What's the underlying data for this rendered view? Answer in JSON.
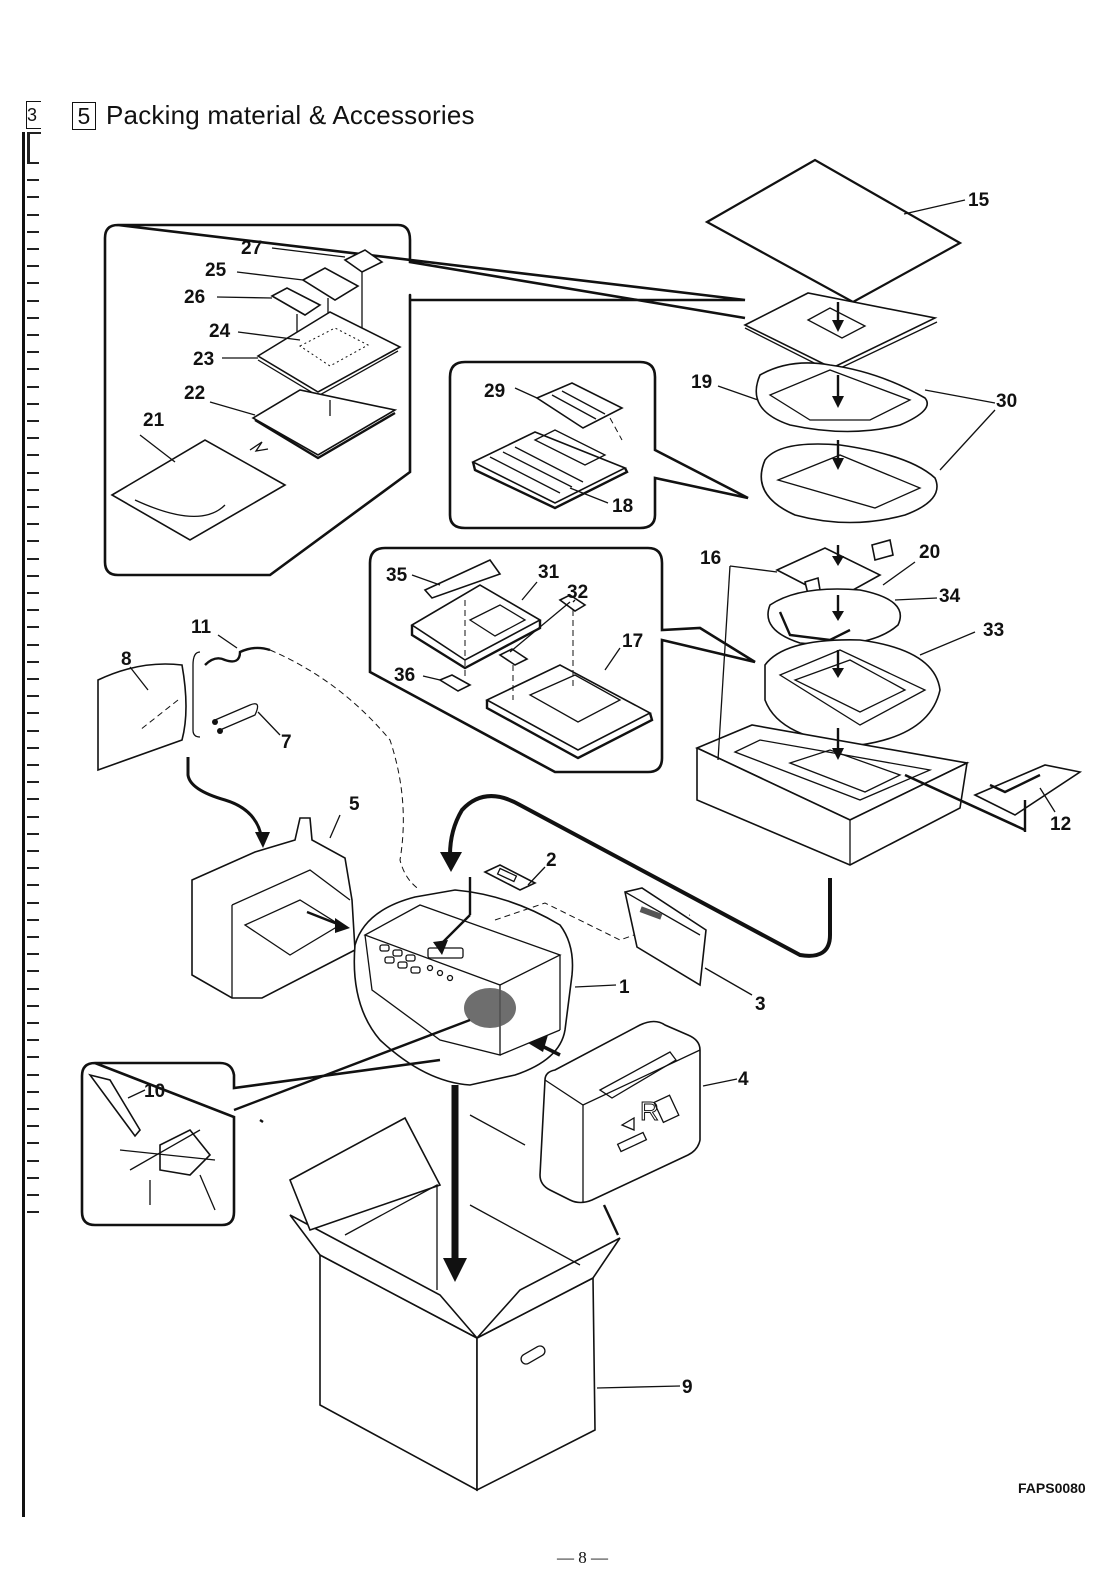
{
  "header": {
    "section_number": "5",
    "section_mark": "3",
    "title": "Packing material & Accessories"
  },
  "figure": {
    "code": "FAPS0080",
    "callouts": {
      "c1": "1",
      "c2": "2",
      "c3": "3",
      "c4": "4",
      "c5": "5",
      "c7": "7",
      "c8": "8",
      "c9": "9",
      "c10": "10",
      "c11": "11",
      "c12": "12",
      "c15": "15",
      "c16": "16",
      "c17": "17",
      "c18": "18",
      "c19": "19",
      "c20": "20",
      "c21": "21",
      "c22": "22",
      "c23": "23",
      "c24": "24",
      "c25": "25",
      "c26": "26",
      "c27": "27",
      "c29": "29",
      "c30": "30",
      "c31": "31",
      "c32": "32",
      "c33": "33",
      "c34": "34",
      "c35": "35",
      "c36": "36"
    },
    "detail_label": "R"
  },
  "footer": {
    "page_number": "— 8 —"
  }
}
